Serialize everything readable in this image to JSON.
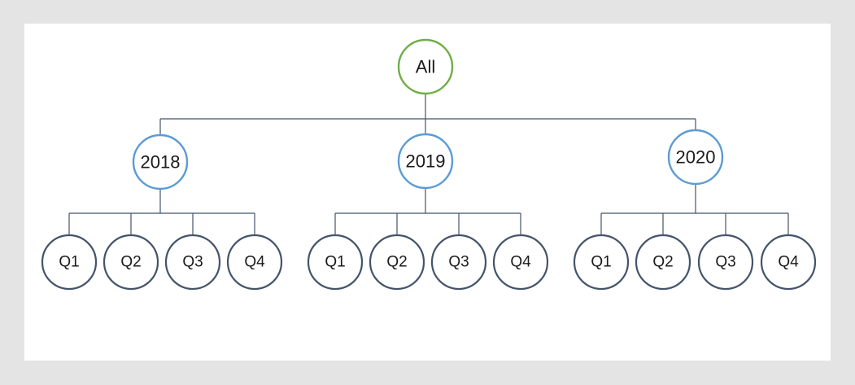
{
  "canvas": {
    "background_color": "#e4e4e4",
    "card_color": "#ffffff"
  },
  "palette": {
    "root_border": "#70AD47",
    "year_border": "#5B9BD5",
    "quarter_border": "#44546A",
    "connector": "#44546A",
    "label_text": "#1b1b1b"
  },
  "tree": {
    "root": {
      "label": "All"
    },
    "years": [
      {
        "label": "2018",
        "quarters": [
          {
            "label": "Q1"
          },
          {
            "label": "Q2"
          },
          {
            "label": "Q3"
          },
          {
            "label": "Q4"
          }
        ]
      },
      {
        "label": "2019",
        "quarters": [
          {
            "label": "Q1"
          },
          {
            "label": "Q2"
          },
          {
            "label": "Q3"
          },
          {
            "label": "Q4"
          }
        ]
      },
      {
        "label": "2020",
        "quarters": [
          {
            "label": "Q1"
          },
          {
            "label": "Q2"
          },
          {
            "label": "Q3"
          },
          {
            "label": "Q4"
          }
        ]
      }
    ]
  }
}
